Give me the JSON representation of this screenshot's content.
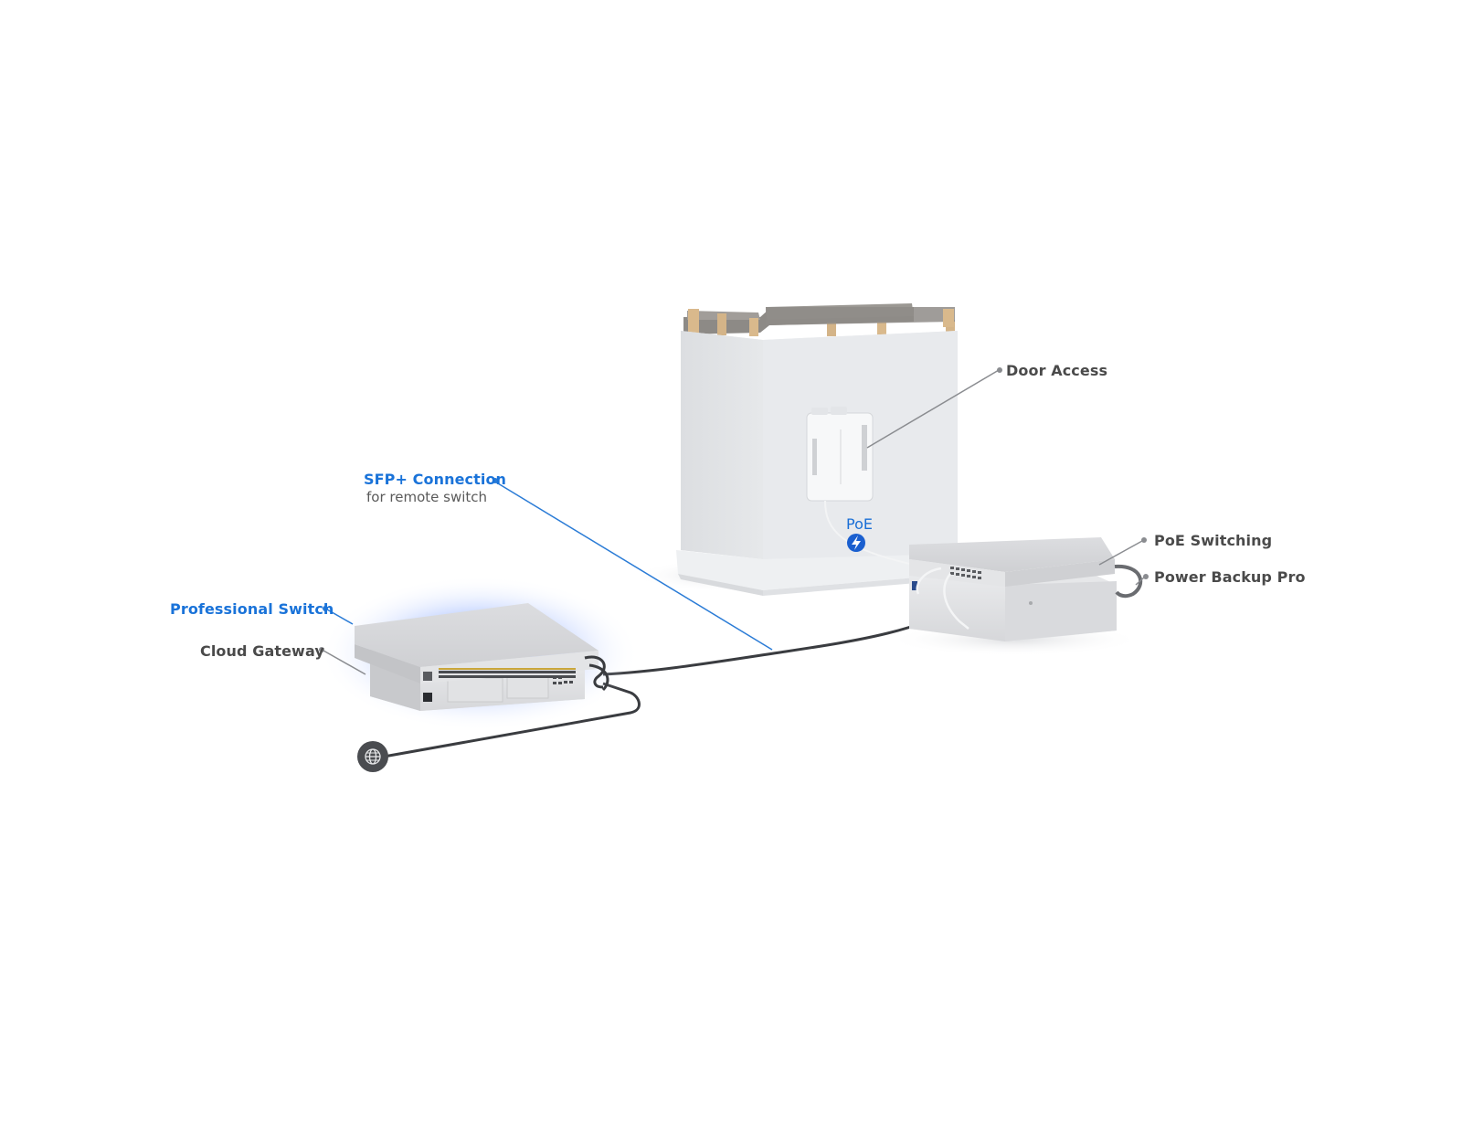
{
  "labels": {
    "door_access": "Door Access",
    "sfp_connection": "SFP+ Connection",
    "sfp_sub": "for remote switch",
    "poe": "PoE",
    "poe_switching": "PoE Switching",
    "power_backup": "Power Backup Pro",
    "professional_switch": "Professional Switch",
    "cloud_gateway": "Cloud Gateway"
  },
  "icons": {
    "poe": "lightning-bolt-icon",
    "internet": "globe-icon"
  },
  "colors": {
    "accent_blue": "#1a73d9",
    "label_gray": "#4a4a4a",
    "device_silver": "#d9dadc",
    "glow_blue": "#5a8cff",
    "cable_dark": "#3a3c40"
  }
}
